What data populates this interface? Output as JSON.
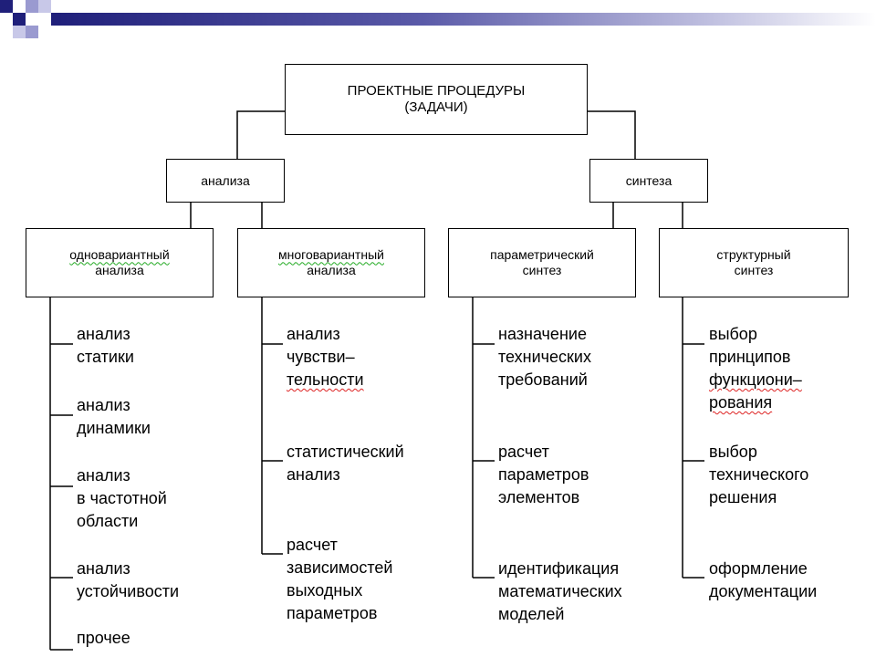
{
  "diagram": {
    "root": {
      "lines": [
        "ПРОЕКТНЫЕ ПРОЦЕДУРЫ",
        "(ЗАДАЧИ)"
      ]
    },
    "branches": [
      {
        "label": "анализа"
      },
      {
        "label": "синтеза"
      }
    ],
    "categories": [
      {
        "lines": [
          "одновариантный",
          "анализа"
        ]
      },
      {
        "lines": [
          "многовариантный",
          "анализа"
        ]
      },
      {
        "lines": [
          "параметрический",
          "синтез"
        ]
      },
      {
        "lines": [
          "структурный",
          "синтез"
        ]
      }
    ],
    "items": [
      [
        {
          "lines": [
            "анализ",
            "статики"
          ]
        },
        {
          "lines": [
            "анализ",
            "динамики"
          ]
        },
        {
          "lines": [
            "анализ",
            "в частотной",
            "области"
          ]
        },
        {
          "lines": [
            "анализ",
            "устойчивости"
          ]
        },
        {
          "lines": [
            "прочее"
          ]
        }
      ],
      [
        {
          "lines": [
            "анализ",
            "чувстви–",
            "тельности"
          ]
        },
        {
          "lines": [
            "статистический",
            "анализ"
          ]
        },
        {
          "lines": [
            "расчет",
            "зависимостей",
            "выходных",
            "параметров"
          ]
        }
      ],
      [
        {
          "lines": [
            "назначение",
            "технических",
            "требований"
          ]
        },
        {
          "lines": [
            "расчет",
            "параметров",
            "элементов"
          ]
        },
        {
          "lines": [
            "идентификация",
            "математических",
            "моделей"
          ]
        }
      ],
      [
        {
          "lines": [
            "выбор",
            "принципов",
            "функциони–",
            "рования"
          ]
        },
        {
          "lines": [
            "выбор",
            "технического",
            "решения"
          ]
        },
        {
          "lines": [
            "оформление",
            "документации"
          ]
        }
      ]
    ]
  }
}
